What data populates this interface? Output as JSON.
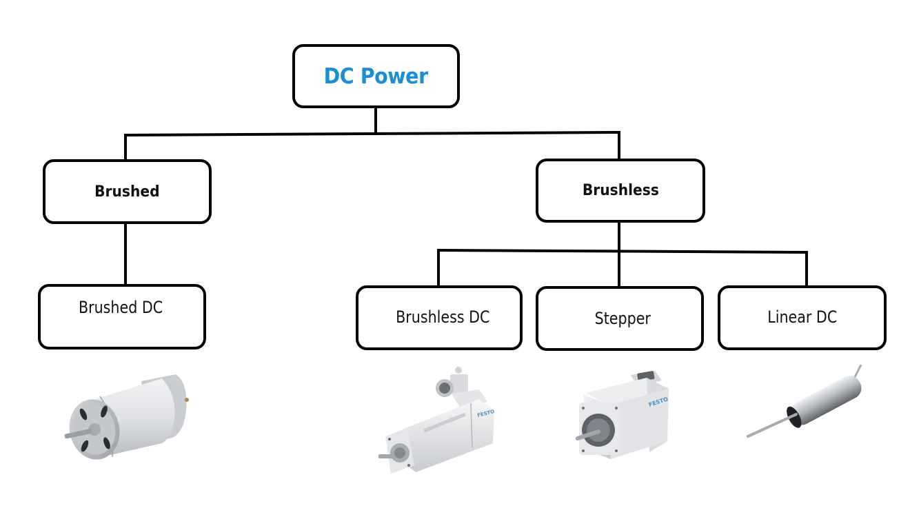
{
  "diagram": {
    "type": "hierarchy-tree",
    "root": {
      "label": "DC Power",
      "color": "#1a8fd6"
    },
    "categories": [
      {
        "id": "brushed",
        "label": "Brushed"
      },
      {
        "id": "brushless",
        "label": "Brushless"
      }
    ],
    "leaves": [
      {
        "id": "brushed-dc",
        "label": "Brushed DC",
        "parent": "brushed",
        "image": "brushed-dc-motor"
      },
      {
        "id": "brushless-dc",
        "label": "Brushless DC",
        "parent": "brushless",
        "image": "brushless-dc-servo-motor"
      },
      {
        "id": "stepper",
        "label": "Stepper",
        "parent": "brushless",
        "image": "stepper-motor"
      },
      {
        "id": "linear-dc",
        "label": "Linear DC",
        "parent": "brushless",
        "image": "linear-dc-motor"
      }
    ],
    "brand_label": "FESTO",
    "colors": {
      "border": "#000000",
      "text": "#111111",
      "accent": "#1a8fd6",
      "brand": "#4a90c8"
    }
  }
}
